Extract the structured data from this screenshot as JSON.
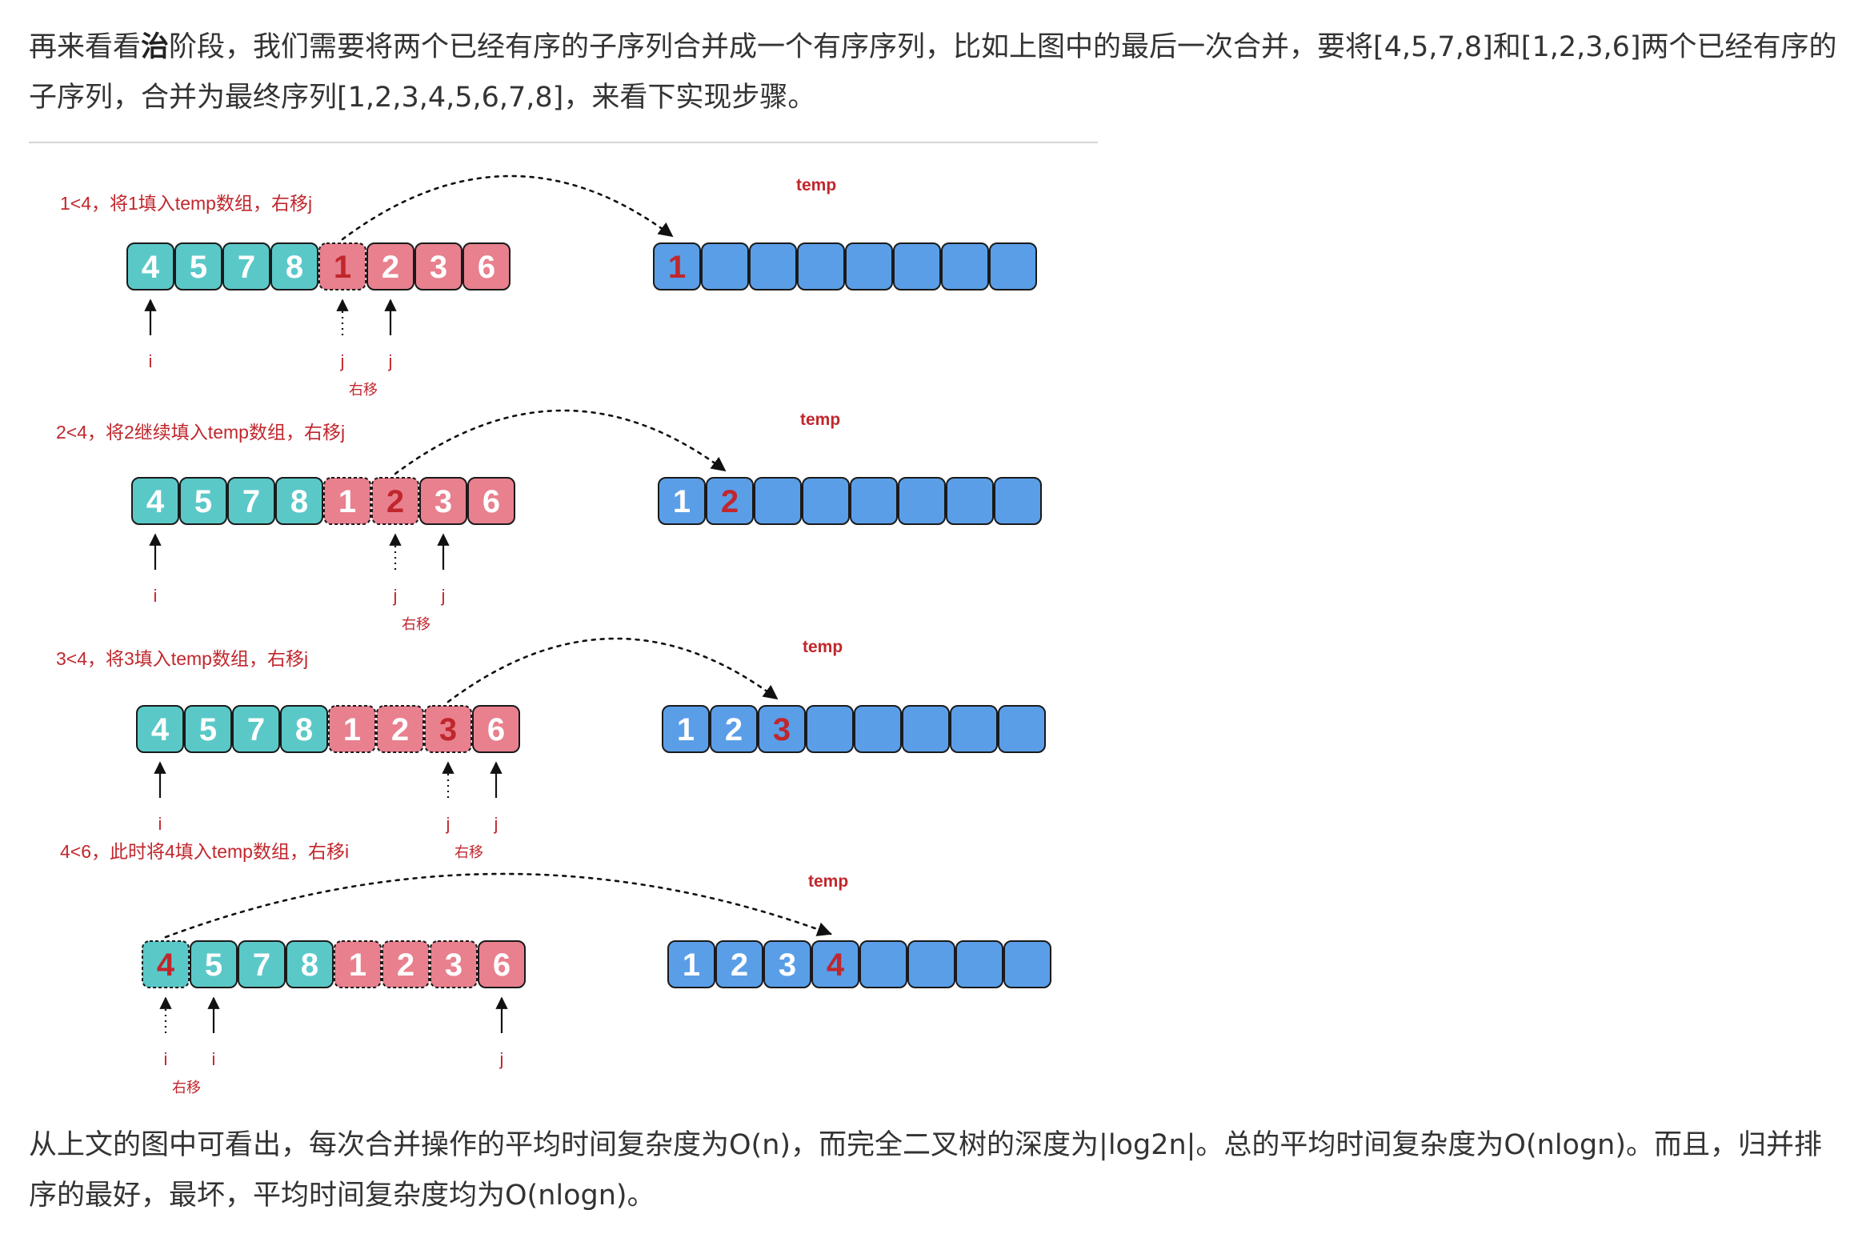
{
  "intro": {
    "text_before": "再来看看",
    "bold": "治",
    "text_after": "阶段，我们需要将两个已经有序的子序列合并成一个有序序列，比如上图中的最后一次合并，要将[4,5,7,8]和[1,2,3,6]两个已经有序的子序列，合并为最终序列[1,2,3,4,5,6,7,8]，来看下实现步骤。"
  },
  "outro": {
    "text": "从上文的图中可看出，每次合并操作的平均时间复杂度为O(n)，而完全二叉树的深度为|log2n|。总的平均时间复杂度为O(nlogn)。而且，归并排序的最好，最坏，平均时间复杂度均为O(nlogn)。"
  },
  "colors": {
    "left_cell": "#5bc8c8",
    "right_cell": "#e8808e",
    "temp_cell": "#5a9ee8",
    "border": "#1a1a1a",
    "highlight_text": "#c0272d",
    "caption": "#c0272d",
    "cell_text": "#ffffff"
  },
  "diagram": {
    "temp_label": "temp",
    "shift_label": "右移",
    "steps": [
      {
        "caption": "1<4，将1填入temp数组，右移j",
        "source": [
          "4",
          "5",
          "7",
          "8",
          "1",
          "2",
          "3",
          "6"
        ],
        "highlight_index": 4,
        "dashed_indices": [
          4
        ],
        "temp": [
          "1",
          "",
          "",
          "",
          "",
          "",
          "",
          ""
        ],
        "temp_highlight_index": 0,
        "pointers": [
          {
            "label": "i",
            "index": 0,
            "style": "solid"
          },
          {
            "label": "j",
            "index": 4,
            "style": "dotted",
            "shift": true
          },
          {
            "label": "j",
            "index": 5,
            "style": "solid"
          }
        ]
      },
      {
        "caption": "2<4，将2继续填入temp数组，右移j",
        "source": [
          "4",
          "5",
          "7",
          "8",
          "1",
          "2",
          "3",
          "6"
        ],
        "highlight_index": 5,
        "dashed_indices": [
          4,
          5
        ],
        "temp": [
          "1",
          "2",
          "",
          "",
          "",
          "",
          "",
          ""
        ],
        "temp_highlight_index": 1,
        "pointers": [
          {
            "label": "i",
            "index": 0,
            "style": "solid"
          },
          {
            "label": "j",
            "index": 5,
            "style": "dotted",
            "shift": true
          },
          {
            "label": "j",
            "index": 6,
            "style": "solid"
          }
        ]
      },
      {
        "caption": "3<4，将3填入temp数组，右移j",
        "source": [
          "4",
          "5",
          "7",
          "8",
          "1",
          "2",
          "3",
          "6"
        ],
        "highlight_index": 6,
        "dashed_indices": [
          4,
          5,
          6
        ],
        "temp": [
          "1",
          "2",
          "3",
          "",
          "",
          "",
          "",
          ""
        ],
        "temp_highlight_index": 2,
        "pointers": [
          {
            "label": "i",
            "index": 0,
            "style": "solid"
          },
          {
            "label": "j",
            "index": 6,
            "style": "dotted",
            "shift": true
          },
          {
            "label": "j",
            "index": 7,
            "style": "solid"
          }
        ]
      },
      {
        "caption": "4<6，此时将4填入temp数组，右移i",
        "source": [
          "4",
          "5",
          "7",
          "8",
          "1",
          "2",
          "3",
          "6"
        ],
        "highlight_index": 0,
        "dashed_indices": [
          0,
          4,
          5,
          6
        ],
        "temp": [
          "1",
          "2",
          "3",
          "4",
          "",
          "",
          "",
          ""
        ],
        "temp_highlight_index": 3,
        "pointers": [
          {
            "label": "i",
            "index": 0,
            "style": "dotted",
            "shift": true
          },
          {
            "label": "i",
            "index": 1,
            "style": "solid"
          },
          {
            "label": "j",
            "index": 7,
            "style": "solid"
          }
        ]
      }
    ]
  }
}
